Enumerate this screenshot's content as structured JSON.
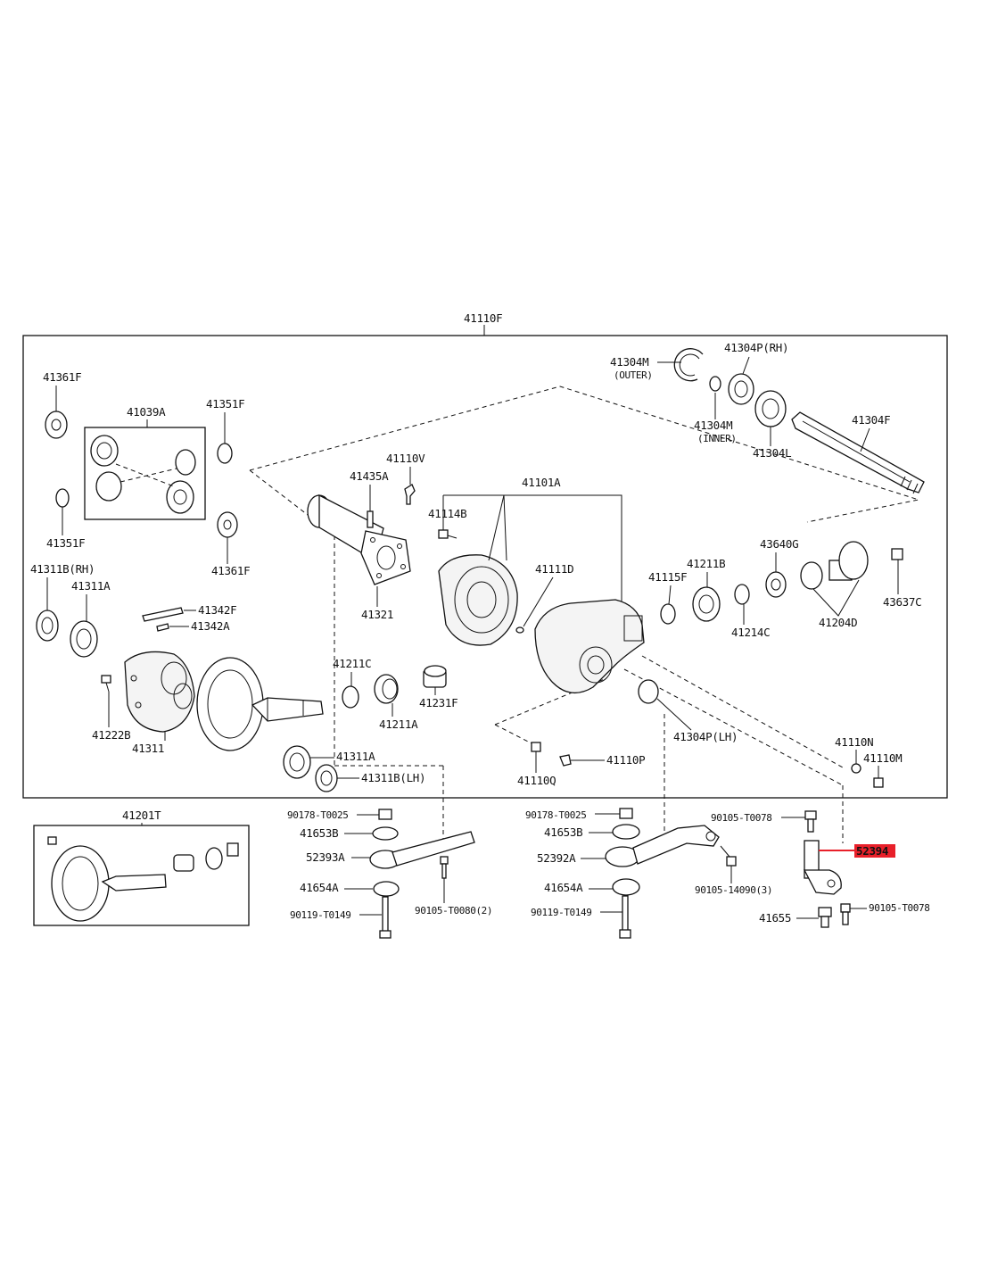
{
  "labels": {
    "l_41110F": "41110F",
    "l_41304M_outer": "41304M",
    "l_outer": "(OUTER)",
    "l_41304P_rh": "41304P(RH)",
    "l_41304M_inner": "41304M",
    "l_inner": "(INNER)",
    "l_41304L": "41304L",
    "l_41304F": "41304F",
    "l_41361F_a": "41361F",
    "l_41039A": "41039A",
    "l_41351F_a": "41351F",
    "l_41351F_b": "41351F",
    "l_41361F_b": "41361F",
    "l_41110V": "41110V",
    "l_41435A": "41435A",
    "l_41101A": "41101A",
    "l_41114B": "41114B",
    "l_41111D": "41111D",
    "l_41321": "41321",
    "l_41311B_rh": "41311B(RH)",
    "l_41311A_a": "41311A",
    "l_41342F": "41342F",
    "l_41342A": "41342A",
    "l_41115F": "41115F",
    "l_41211B": "41211B",
    "l_43640G": "43640G",
    "l_43637C": "43637C",
    "l_41214C": "41214C",
    "l_41204D": "41204D",
    "l_41211C": "41211C",
    "l_41211A": "41211A",
    "l_41231F": "41231F",
    "l_41222B": "41222B",
    "l_41311": "41311",
    "l_41311A_b": "41311A",
    "l_41311B_lh": "41311B(LH)",
    "l_41304P_lh": "41304P(LH)",
    "l_41110N": "41110N",
    "l_41110M": "41110M",
    "l_41110Q": "41110Q",
    "l_41110P": "41110P",
    "l_41201T": "41201T",
    "l_90178_a": "90178-T0025",
    "l_41653B_a": "41653B",
    "l_52393A": "52393A",
    "l_41654A_a": "41654A",
    "l_90119_a": "90119-T0149",
    "l_90105_T0080": "90105-T0080(2)",
    "l_90178_b": "90178-T0025",
    "l_41653B_b": "41653B",
    "l_52392A": "52392A",
    "l_41654A_b": "41654A",
    "l_90119_b": "90119-T0149",
    "l_90105_14090": "90105-14090(3)",
    "l_90105_T0078_a": "90105-T0078",
    "l_52394": "52394",
    "l_41655": "41655",
    "l_90105_T0078_b": "90105-T0078"
  },
  "colors": {
    "highlight": "#e8202a",
    "ink": "#111111"
  }
}
